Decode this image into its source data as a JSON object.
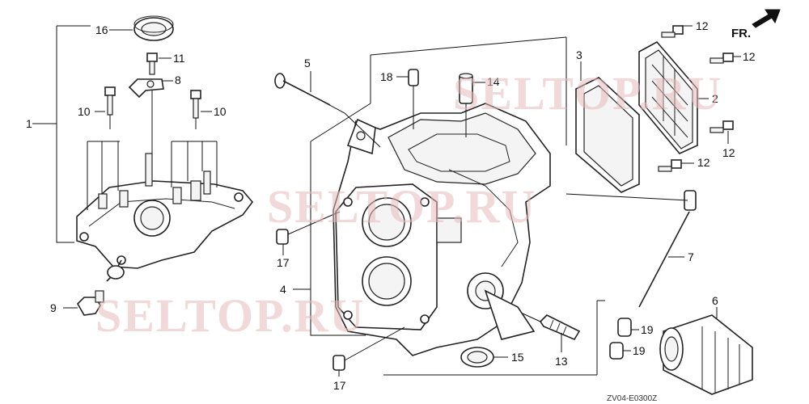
{
  "direction_label": "FR.",
  "callouts": {
    "c1": "1",
    "c2": "2",
    "c3": "3",
    "c4": "4",
    "c5": "5",
    "c6": "6",
    "c7": "7",
    "c8": "8",
    "c9": "9",
    "c10a": "10",
    "c10b": "10",
    "c11": "11",
    "c12a": "12",
    "c12b": "12",
    "c12c": "12",
    "c12d": "12",
    "c13": "13",
    "c14": "14",
    "c15": "15",
    "c16": "16",
    "c17a": "17",
    "c17b": "17",
    "c18": "18",
    "c19a": "19",
    "c19b": "19"
  },
  "watermarks": {
    "w1": "SELTOP.RU",
    "w2": "SELTOP.RU",
    "w3": "SELTOP.RU"
  },
  "diagram_code": "ZV04-E0300Z"
}
